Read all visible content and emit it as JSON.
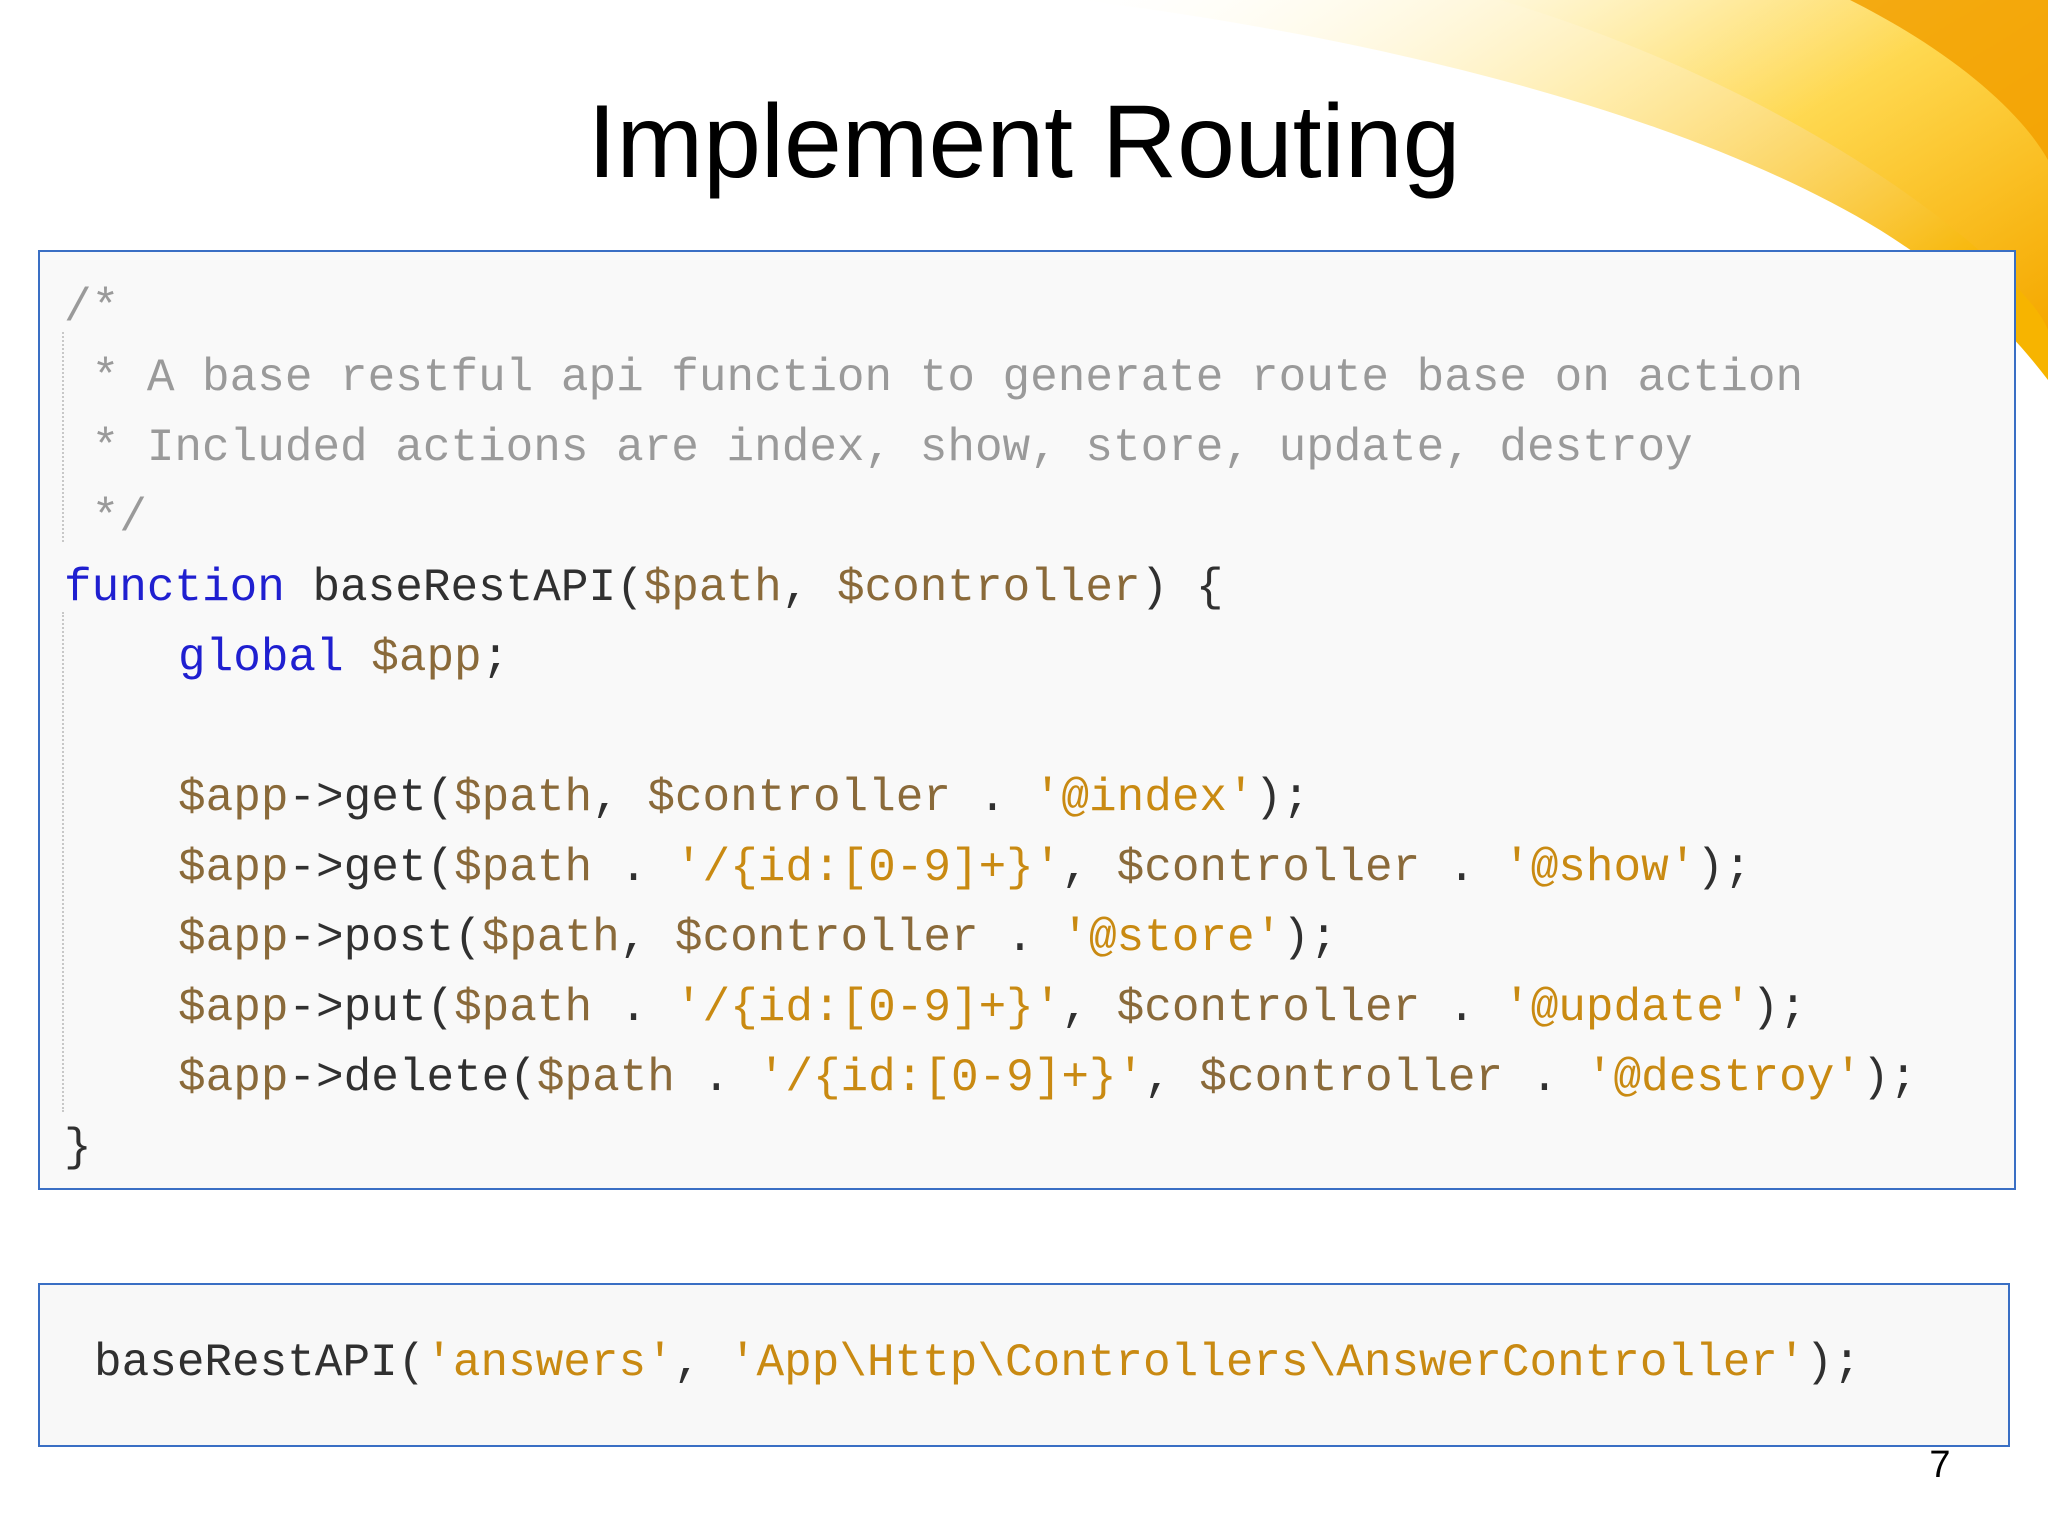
{
  "slide": {
    "title": "Implement Routing",
    "page_number": "7",
    "accent_color": "#f7b800"
  },
  "main_code": {
    "comment": {
      "open": "/*",
      "line1": " * A base restful api function to generate route base on action",
      "line2": " * Included actions are index, show, store, update, destroy",
      "close": " */"
    },
    "signature": {
      "keyword": "function",
      "name": " baseRestAPI(",
      "arg1": "$path",
      "sep": ", ",
      "arg2": "$controller",
      "end": ") {"
    },
    "global_line": {
      "keyword": "global",
      "var": " $app",
      "end": ";"
    },
    "routes": [
      {
        "prefix": "$app",
        "method": "->get(",
        "path_var": "$path",
        "path_suffix": "",
        "sep": ", ",
        "ctrl": "$controller",
        "dot": " . ",
        "action": "'@index'",
        "end": ");"
      },
      {
        "prefix": "$app",
        "method": "->get(",
        "path_var": "$path",
        "path_dot": " . ",
        "path_suffix": "'/{id:[0-9]+}'",
        "sep": ", ",
        "ctrl": "$controller",
        "dot": " . ",
        "action": "'@show'",
        "end": ");"
      },
      {
        "prefix": "$app",
        "method": "->post(",
        "path_var": "$path",
        "path_suffix": "",
        "sep": ", ",
        "ctrl": "$controller",
        "dot": " . ",
        "action": "'@store'",
        "end": ");"
      },
      {
        "prefix": "$app",
        "method": "->put(",
        "path_var": "$path",
        "path_dot": " . ",
        "path_suffix": "'/{id:[0-9]+}'",
        "sep": ", ",
        "ctrl": "$controller",
        "dot": " . ",
        "action": "'@update'",
        "end": ");"
      },
      {
        "prefix": "$app",
        "method": "->delete(",
        "path_var": "$path",
        "path_dot": " . ",
        "path_suffix": "'/{id:[0-9]+}'",
        "sep": ", ",
        "ctrl": "$controller",
        "dot": " . ",
        "action": "'@destroy'",
        "end": ");"
      }
    ],
    "closing_brace": "}"
  },
  "usage_code": {
    "call": "baseRestAPI(",
    "arg1": "'answers'",
    "sep": ", ",
    "arg2": "'App\\Http\\Controllers\\AnswerController'",
    "end": ");"
  }
}
